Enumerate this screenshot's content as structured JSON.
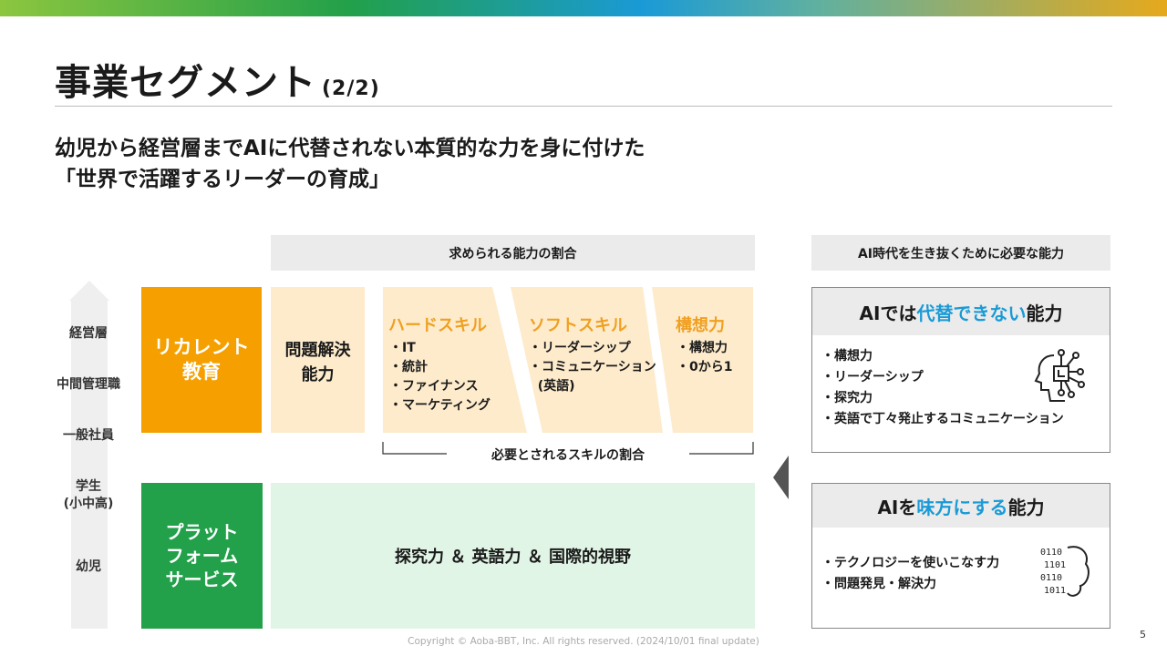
{
  "title": {
    "main": "事業セグメント",
    "page": "(2/2)"
  },
  "subtitle": {
    "line1": "幼児から経営層までAIに代替されない本質的な力を身に付けた",
    "line2": "「世界で活躍するリーダーの育成」"
  },
  "levels": [
    "経営層",
    "中間管理職",
    "一般社員",
    "学生",
    "(小中高)",
    "幼児"
  ],
  "center_header": "求められる能力の割合",
  "recurrent": {
    "line1": "リカレント",
    "line2": "教育"
  },
  "problem_solving": {
    "line1": "問題解決",
    "line2": "能力"
  },
  "skills": [
    {
      "title": "ハードスキル",
      "items": "・IT\n・統計\n・ファイナンス\n・マーケティング"
    },
    {
      "title": "ソフトスキル",
      "items": "・リーダーシップ\n・コミュニケーション\n  (英語)"
    },
    {
      "title": "構想力",
      "items": "・構想力\n・0から1"
    }
  ],
  "skill_ratio_label": "必要とされるスキルの割合",
  "platform": {
    "line1": "プラット",
    "line2": "フォーム",
    "line3": "サービス"
  },
  "platform_content": "探究力 ＆ 英語力 ＆ 国際的視野",
  "right_header": "AI時代を生き抜くために必要な能力",
  "card1": {
    "pre": "AIでは",
    "hl": "代替できない",
    "post": "能力",
    "items": "・構想力\n・リーダーシップ\n・探究力\n・英語で丁々発止するコミュニケーション",
    "icon": "ai-head-icon"
  },
  "card2": {
    "pre": "AIを",
    "hl": "味方にする",
    "post": "能力",
    "items": "・テクノロジーを使いこなす力\n・問題発見・解決力",
    "icon": "binary-brain-icon"
  },
  "footer": {
    "copyright": "Copyright © Aoba-BBT, Inc.  All rights reserved. (2024/10/01 final update)",
    "page_number": "5"
  },
  "colors": {
    "orange": "#f5a000",
    "light_orange": "#fdebcc",
    "green": "#22a04a",
    "light_green": "#e0f5e5",
    "blue": "#1a9ad6"
  }
}
